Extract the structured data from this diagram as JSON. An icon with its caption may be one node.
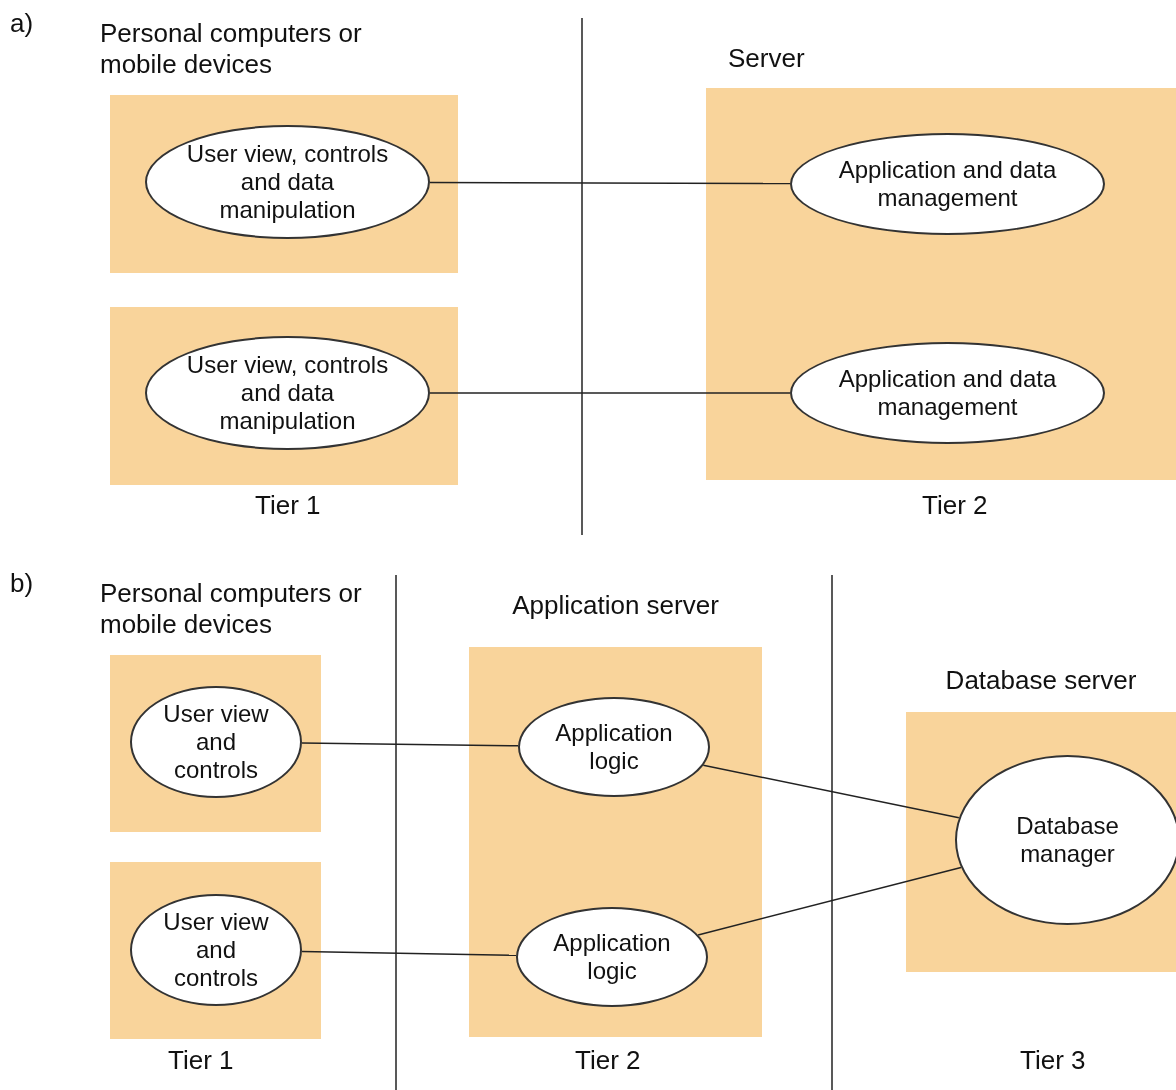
{
  "diagram": {
    "nodes": [
      {
        "text": [],
        "shape": "box"
      },
      {
        "text": [
          "User view, controls and data manipulation"
        ],
        "in": 0
      },
      {
        "text": [
          "Server"
        ]
      },
      {
        "text": [
          "Application and data management"
        ],
        "in": 2
      },
      {
        "text": [],
        "shape": "box"
      },
      {
        "text": [
          "User view, controls and data manipulation"
        ],
        "in": 4
      },
      {
        "text": [
          "Application and data management"
        ],
        "in": 2
      },
      {
        "text": [],
        "shape": "box"
      },
      {
        "text": [
          "User view and controls"
        ],
        "in": 7
      },
      {
        "text": [
          "Application server"
        ]
      },
      {
        "text": [
          "Application logic"
        ],
        "in": 9
      },
      {
        "text": [
          "Database server"
        ]
      },
      {
        "text": [
          "Database manager"
        ],
        "in": 11
      },
      {
        "text": [],
        "shape": "box"
      },
      {
        "text": [
          "User view and controls"
        ],
        "in": 13
      },
      {
        "text": [
          "Application logic"
        ],
        "in": 9
      }
    ],
    "edges": [
      {
        "from": 1,
        "to": 3,
        "arrow": "none"
      },
      {
        "from": 5,
        "to": 6,
        "arrow": "none"
      },
      {
        "from": 8,
        "to": 10,
        "arrow": "none"
      },
      {
        "from": 14,
        "to": 15,
        "arrow": "none"
      },
      {
        "from": 10,
        "to": 12,
        "arrow": "none"
      },
      {
        "from": 15,
        "to": 12,
        "arrow": "none"
      }
    ],
    "labels": [
      "a)",
      "Personal computers or mobile devices",
      "Tier 1",
      "Tier 2",
      "b)",
      "Personal computers or mobile devices",
      "Tier 1",
      "Tier 2",
      "Tier 3"
    ]
  }
}
